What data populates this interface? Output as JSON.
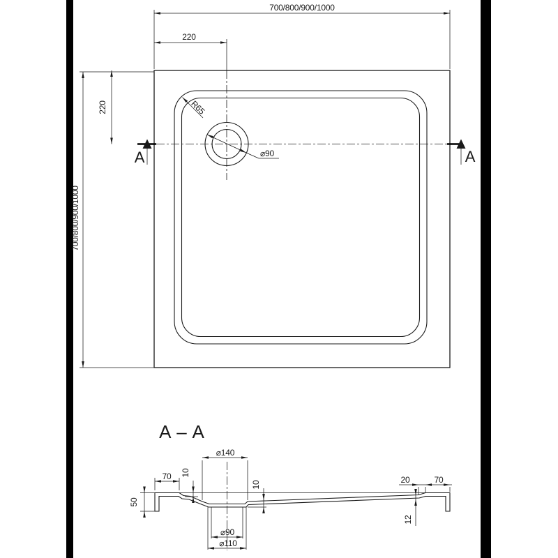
{
  "top_view": {
    "width_label": "700/800/900/1000",
    "height_label": "700/800/900/1000",
    "drain_offset_top": "220",
    "drain_offset_left": "220",
    "corner_radius_label": "R65",
    "drain_diameter_label": "⌀90",
    "section_marker_left": "A",
    "section_marker_right": "A"
  },
  "section_view": {
    "title": "A – A",
    "recess_diameter": "⌀140",
    "rim_width_left": "70",
    "rim_width_right": "70",
    "step_width": "20",
    "depth_left": "10",
    "depth_right": "10",
    "total_height": "50",
    "step_height": "12",
    "drain_hole_diameter": "⌀90",
    "drain_recess_diameter": "⌀110"
  },
  "colors": {
    "background": "#ffffff",
    "line": "#1a1a1a",
    "side_bar": "#000000"
  }
}
